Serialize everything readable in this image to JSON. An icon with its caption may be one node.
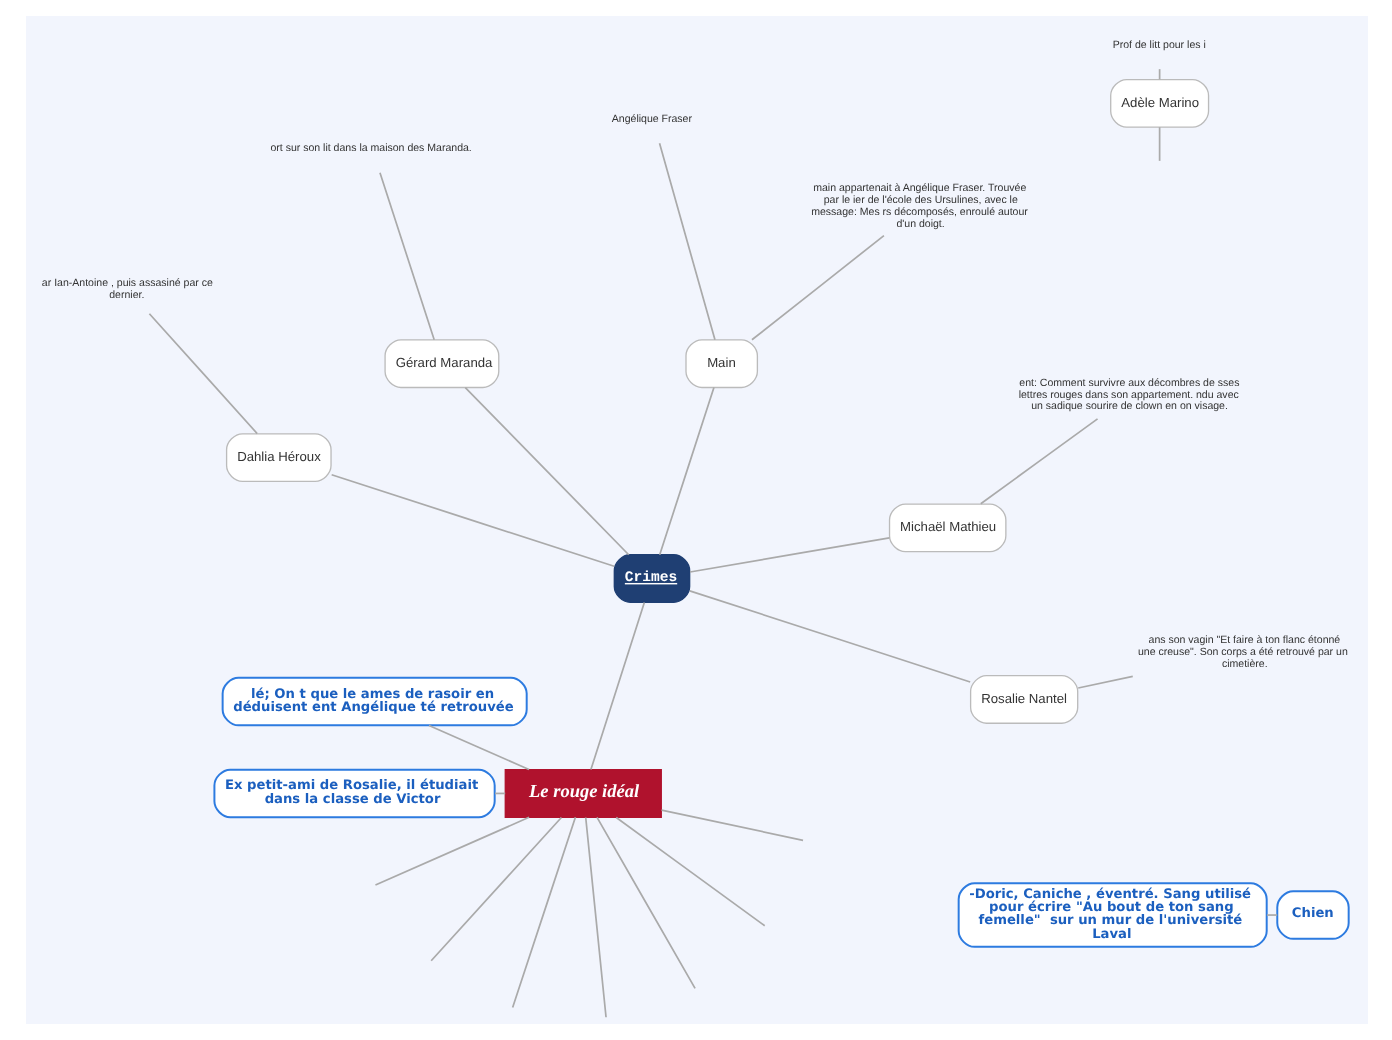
{
  "diagram": {
    "nodes": [
      {
        "text": [
          "Le rouge idéal"
        ]
      },
      {
        "text": [
          "Crimes"
        ]
      },
      {
        "text": [
          "Rosalie Nantel"
        ]
      },
      {
        "text": [
          "ans son vagin \"Et faire à ton flanc étonné une creuse\". Son corps a été retrouvé par un cimetière."
        ]
      },
      {
        "text": [
          "Michaël Mathieu"
        ]
      },
      {
        "text": [
          "ent: Comment survivre aux décombres de sses lettres rouges dans son appartement. ndu avec un sadique sourire de clown en on visage."
        ]
      },
      {
        "text": [
          "Main"
        ]
      },
      {
        "text": [
          "main appartenait à Angélique Fraser. Trouvée par le ier de l'école des Ursulines, avec le message: Mes rs décomposés, enroulé autour d'un doigt."
        ]
      },
      {
        "text": [
          "Angélique Fraser"
        ]
      },
      {
        "text": [
          "Gérard Maranda"
        ]
      },
      {
        "text": [
          "ort sur son lit dans la maison des Maranda."
        ]
      },
      {
        "text": [
          "Dahlia Héroux"
        ]
      },
      {
        "text": [
          "ar Ian-Antoine , puis assasiné par ce dernier."
        ]
      },
      {
        "text": [
          "Chien"
        ]
      },
      {
        "text": [
          "-Doric, Caniche , éventré. Sang utilisé pour écrire \"Au bout de ton sang femelle\"  sur un mur de l'université Laval"
        ]
      },
      {
        "text": [
          "lé; On t que le ames de rasoir en déduisent ent Angélique té retrouvée"
        ]
      },
      {
        "text": [
          "Adèle Marino"
        ]
      },
      {
        "text": [
          "Prof de litt pour les i"
        ]
      },
      {
        "text": [
          "Ex petit-ami de Rosalie, il étudiait dans la classe de Victor"
        ]
      }
    ],
    "edges": [
      {
        "from": 0,
        "to": 1,
        "arrow": "none"
      },
      {
        "from": 1,
        "to": 2,
        "arrow": "none"
      },
      {
        "from": 2,
        "to": 3,
        "arrow": "none"
      },
      {
        "from": 1,
        "to": 4,
        "arrow": "none"
      },
      {
        "from": 4,
        "to": 5,
        "arrow": "none"
      },
      {
        "from": 1,
        "to": 6,
        "arrow": "none"
      },
      {
        "from": 6,
        "to": 7,
        "arrow": "none"
      },
      {
        "from": 6,
        "to": 8,
        "arrow": "none"
      },
      {
        "from": 1,
        "to": 9,
        "arrow": "none"
      },
      {
        "from": 9,
        "to": 10,
        "arrow": "none"
      },
      {
        "from": 1,
        "to": 11,
        "arrow": "none"
      },
      {
        "from": 11,
        "to": 12,
        "arrow": "none"
      },
      {
        "from": 13,
        "to": 14,
        "arrow": "none"
      },
      {
        "from": 0,
        "to": 15,
        "arrow": "none"
      },
      {
        "from": 16,
        "to": 17,
        "arrow": "none"
      },
      {
        "from": null,
        "to": 16,
        "arrow": "none"
      },
      {
        "from": 0,
        "to": 18,
        "arrow": "none"
      },
      {
        "from": 0,
        "to": null,
        "arrow": "none"
      },
      {
        "from": 0,
        "to": null,
        "arrow": "none"
      },
      {
        "from": 0,
        "to": null,
        "arrow": "none"
      },
      {
        "from": 0,
        "to": null,
        "arrow": "none"
      },
      {
        "from": 0,
        "to": null,
        "arrow": "none"
      },
      {
        "from": 0,
        "to": null,
        "arrow": "none"
      },
      {
        "from": 0,
        "to": null,
        "arrow": "none"
      }
    ]
  }
}
